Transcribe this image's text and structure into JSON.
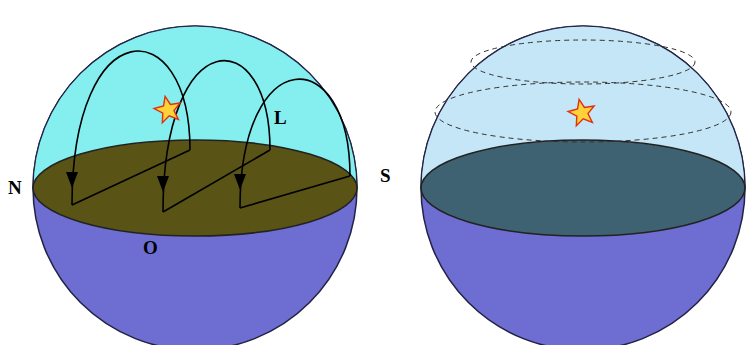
{
  "diagram": {
    "labels": [
      "N",
      "O",
      "L",
      "S"
    ]
  }
}
